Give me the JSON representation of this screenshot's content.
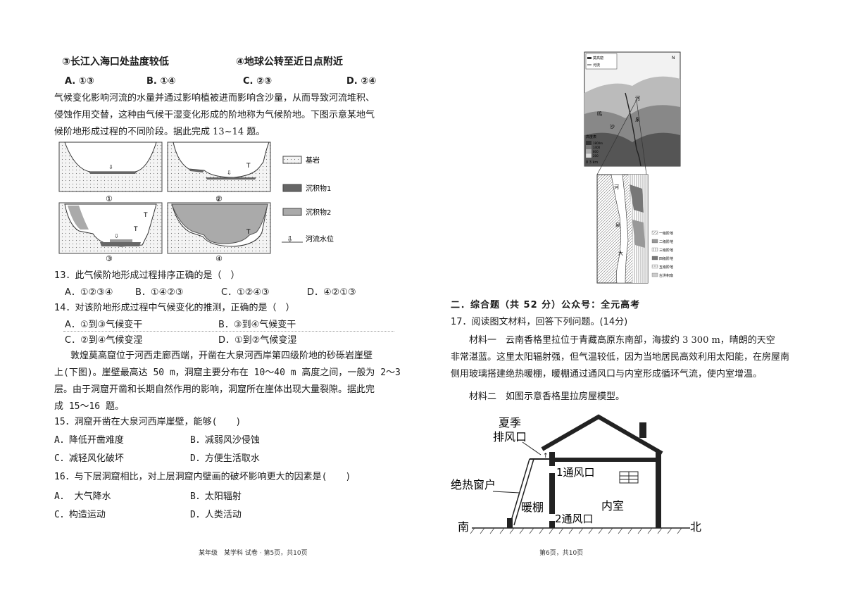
{
  "left": {
    "opt_line": {
      "o3": "③长江入海口处盐度较低",
      "o4": "④地球公转至近日点附近"
    },
    "q12_choices": [
      "A. ①③",
      "B. ①④",
      "C. ②③",
      "D. ②④"
    ],
    "intro1": [
      "气候变化影响河流的水量并通过影响植被进而影响含沙量，从而导致河流堆积、",
      "侵蚀作用交替，这种由气候干湿变化形成的阶地称为气候阶地。下图示意某地气",
      "候阶地形成过程的不同阶段。据此完成 13~14 题。"
    ],
    "fig1": {
      "panels": [
        "①",
        "②",
        "③",
        "④"
      ],
      "terrace_mark": "T",
      "legend": [
        "基岩",
        "沉积物1",
        "沉积物2",
        "河流水位"
      ]
    },
    "q13": {
      "stem": "13．此气候阶地形成过程排序正确的是（　）",
      "choices": [
        "A．①②③④",
        "B．①④②③",
        "C．①②④③",
        "D．④②①③"
      ]
    },
    "q14": {
      "stem": "14．对该阶地形成过程中气候变化的推测，正确的是（　）",
      "choices": [
        "A．①到③气候变干",
        "B．③到④气候变干",
        "C．②到④气候变湿",
        "D．①到②气候变湿"
      ]
    },
    "intro2": [
      "敦煌莫高窟位于河西走廊西端，开凿在大泉河西岸第四级阶地的砂砾岩崖壁",
      "上(下图)。崖壁最高达 50 m，洞窟主要分布在 10～40 m 高度之间，一般为 2～3",
      "层。由于洞窟开凿和长期自然作用的影响，洞窟所在崖体出现大量裂隙。据此完",
      "成 15～16 题。"
    ],
    "q15": {
      "stem": "15．洞窟开凿在大泉河西岸崖壁，能够(　　)",
      "choices": [
        "A．降低开凿难度",
        "B．减弱风沙侵蚀",
        "C．减轻风化破坏",
        "D．方便生活取水"
      ]
    },
    "q16": {
      "stem": "16．与下层洞窟相比，对上层洞窟内壁画的破坏影响更大的因素是(　　)",
      "choices": [
        "A．  大气降水",
        "B．太阳辐射",
        "C．构造运动",
        "D．人类活动"
      ]
    },
    "footer": "某年级　某学科  试卷 · 第5页，共10页"
  },
  "right": {
    "map": {
      "legend_top": [
        "莫高窟",
        "河流"
      ],
      "north": "N",
      "river_labels": [
        "河",
        "泉"
      ],
      "place_labels": [
        "鸣",
        "沙"
      ],
      "elev_title": "高度表",
      "elev_values": [
        "1800m",
        "1400",
        "800",
        "200",
        "200"
      ],
      "scale": "0    3 km",
      "lower_labels": [
        "河",
        "泉",
        "大"
      ],
      "terrace_legend": [
        "一级阶地",
        "二级阶地",
        "三级阶地",
        "四级阶地",
        "五级阶地",
        "古洪积扇"
      ]
    },
    "section2": "二．综合题（共 52 分）公众号：全元高考",
    "q17": "17．阅读图文材料，回答下列问题。(14分)",
    "m1": [
      "材料一　云南香格里拉位于青藏高原东南部，海拔约 3 300 m，晴朗的天空",
      "非常湛蓝。这里太阳辐射强，但气温较低，因为当地居民高效利用太阳能，在房屋南",
      "侧用玻璃搭建绝热暖棚，暖棚通过通风口与内室形成循环气流，使内室增温。"
    ],
    "m2": "材料二　如图示意香格里拉房屋模型。",
    "house": {
      "summer_vent": [
        "夏季",
        "排风口"
      ],
      "vent1": "1通风口",
      "vent2": "2通风口",
      "window": "绝热窗户",
      "greenhouse": "暖棚",
      "room": "内室",
      "south": "南",
      "north": "北"
    },
    "footer": "第6页，共10页"
  }
}
